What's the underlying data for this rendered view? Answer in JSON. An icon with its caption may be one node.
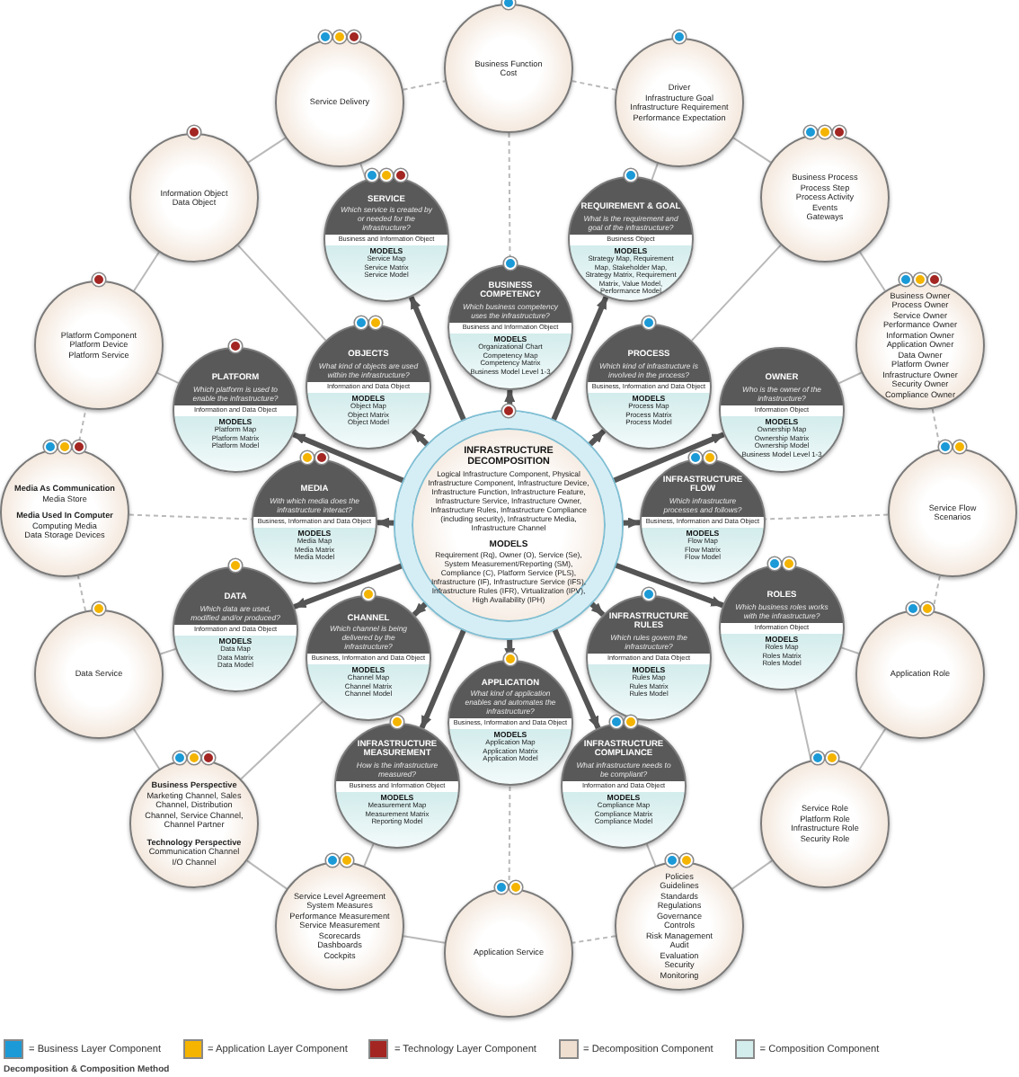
{
  "diagram": {
    "nodes": [
      {
        "text": [
          "INFRASTRUCTURE DECOMPOSITION",
          "Logical Infrastructure Component, Physical Infrastructure Component, Infrastructure Device, Infrastructure Function, Infrastructure Feature, Infrastructure Service, Infrastructure Owner, Infrastructure Rules, Infrastructure Compliance (including security), Infrastructure Media, Infrastructure Channel",
          "MODELS",
          "Requirement (Rq), Owner (O), Service (Se), System Measurement/Reporting (SM), Compliance (C), Platform Service (PLS), Infrastructure (IF), Infrastructure Service (IFS), Infrastructure Rules (IFR), Virtualization (IPV), High Availability (IPH)"
        ]
      },
      {
        "text": [
          "SERVICE",
          "Which service is created by or needed for the infrastructure?",
          "Business and Information Object",
          "MODELS",
          "Service Map",
          "Service Matrix",
          "Service Model"
        ]
      },
      {
        "text": [
          "REQUIREMENT & GOAL",
          "What is the requirement and goal of the infrastructure?",
          "Business Object",
          "MODELS",
          "Strategy Map, Requirement Map, Stakeholder Map, Strategy Matrix, Requirement Matrix, Value Model, Performance Model"
        ]
      },
      {
        "text": [
          "BUSINESS COMPETENCY",
          "Which business competency uses the infrastructure?",
          "Business and Information Object",
          "MODELS",
          "Organizational Chart",
          "Competency Map",
          "Competency Matrix",
          "Business Model Level 1-3"
        ]
      },
      {
        "text": [
          "OBJECTS",
          "What kind of objects are used within the infrastructure?",
          "Information and Data Object",
          "MODELS",
          "Object Map",
          "Object Matrix",
          "Object Model"
        ]
      },
      {
        "text": [
          "PROCESS",
          "Which kind of infrastructure is involved in the process?",
          "Business, Information and Data Object",
          "MODELS",
          "Process Map",
          "Process Matrix",
          "Process Model"
        ]
      },
      {
        "text": [
          "PLATFORM",
          "Which platform is used to enable the infrastructure?",
          "Information and Data Object",
          "MODELS",
          "Platform Map",
          "Platform Matrix",
          "Platform Model"
        ]
      },
      {
        "text": [
          "OWNER",
          "Who is the owner of the infrastructure?",
          "Information Object",
          "MODELS",
          "Ownership Map",
          "Ownership Matrix",
          "Ownership Model",
          "Business Model Level 1-3"
        ]
      },
      {
        "text": [
          "MEDIA",
          "With which media does the infrastructure interact?",
          "Business, Information and Data Object",
          "MODELS",
          "Media Map",
          "Media Matrix",
          "Media Model"
        ]
      },
      {
        "text": [
          "INFRASTRUCTURE FLOW",
          "Which infrastructure processes and follows?",
          "Business, Information and Data Object",
          "MODELS",
          "Flow Map",
          "Flow Matrix",
          "Flow Model"
        ]
      },
      {
        "text": [
          "DATA",
          "Which data are used, modified and/or produced?",
          "Information and Data Object",
          "MODELS",
          "Data Map",
          "Data Matrix",
          "Data Model"
        ]
      },
      {
        "text": [
          "CHANNEL",
          "Which channel is being delivered by the infrastructure?",
          "Business, Information and Data Object",
          "MODELS",
          "Channel Map",
          "Channel Matrix",
          "Channel Model"
        ]
      },
      {
        "text": [
          "ROLES",
          "Which business roles works with the infrastructure?",
          "Information Object",
          "MODELS",
          "Roles Map",
          "Roles Matrix",
          "Roles Model"
        ]
      },
      {
        "text": [
          "INFRASTRUCTURE RULES",
          "Which rules govern the infrastructure?",
          "Information and Data Object",
          "MODELS",
          "Rules Map",
          "Rules Matrix",
          "Rules Model"
        ]
      },
      {
        "text": [
          "APPLICATION",
          "What kind of application enables and automates the infrastructure?",
          "Business, Information and Data Object",
          "MODELS",
          "Application Map",
          "Application Matrix",
          "Application Model"
        ]
      },
      {
        "text": [
          "INFRASTRUCTURE MEASUREMENT",
          "How is the infrastructure measured?",
          "Business and Information Object",
          "MODELS",
          "Measurement Map",
          "Measurement Matrix",
          "Reporting Model"
        ]
      },
      {
        "text": [
          "INFRASTRUCTURE COMPLIANCE",
          "What infrastructure needs to be compliant?",
          "Information and Data Object",
          "MODELS",
          "Compliance Map",
          "Compliance Matrix",
          "Compliance Model"
        ]
      },
      {
        "text": [
          "Service Delivery"
        ]
      },
      {
        "text": [
          "Business Function",
          "Cost"
        ]
      },
      {
        "text": [
          "Driver",
          "Infrastructure Goal",
          "Infrastructure Requirement",
          "Performance Expectation"
        ]
      },
      {
        "text": [
          "Business Process",
          "Process Step",
          "Process Activity",
          "Events",
          "Gateways"
        ]
      },
      {
        "text": [
          "Business Owner",
          "Process Owner",
          "Service Owner",
          "Performance Owner",
          "Information Owner",
          "Application Owner",
          "Data Owner",
          "Platform Owner",
          "Infrastructure Owner",
          "Security Owner",
          "Compliance Owner"
        ]
      },
      {
        "text": [
          "Service Flow",
          "Scenarios"
        ]
      },
      {
        "text": [
          "Application Role"
        ]
      },
      {
        "text": [
          "Service Role",
          "Platform Role",
          "Infrastructure Role",
          "Security Role"
        ]
      },
      {
        "text": [
          "Policies",
          "Guidelines",
          "Standards",
          "Regulations",
          "Governance",
          "Controls",
          "Risk Management",
          "Audit",
          "Evaluation",
          "Security",
          "Monitoring"
        ]
      },
      {
        "text": [
          "Application Service"
        ]
      },
      {
        "text": [
          "Service Level Agreement",
          "System Measures",
          "Performance Measurement",
          "Service Measurement",
          "Scorecards",
          "Dashboards",
          "Cockpits"
        ]
      },
      {
        "text": [
          "Business Perspective",
          "Marketing Channel, Sales Channel, Distribution Channel, Service Channel, Channel Partner",
          "Technology Perspective",
          "Communication Channel",
          "I/O Channel"
        ]
      },
      {
        "text": [
          "Data Service"
        ]
      },
      {
        "text": [
          "Media As Communication",
          "Media Store",
          "Media Used In Computer",
          "Computing Media",
          "Data Storage Devices"
        ]
      },
      {
        "text": [
          "Platform Component",
          "Platform Device",
          "Platform Service"
        ]
      },
      {
        "text": [
          "Information Object",
          "Data Object"
        ]
      }
    ],
    "edges": [
      {
        "from": 0,
        "to": 1,
        "arrow": "to",
        "style": "thick",
        "color": "#555555"
      },
      {
        "from": 0,
        "to": 2,
        "arrow": "to",
        "style": "thick",
        "color": "#555555"
      },
      {
        "from": 0,
        "to": 3,
        "arrow": "to",
        "style": "thick",
        "color": "#555555"
      },
      {
        "from": 0,
        "to": 4,
        "arrow": "to",
        "style": "thick",
        "color": "#555555"
      },
      {
        "from": 0,
        "to": 5,
        "arrow": "to",
        "style": "thick",
        "color": "#555555"
      },
      {
        "from": 0,
        "to": 6,
        "arrow": "to",
        "style": "thick",
        "color": "#555555"
      },
      {
        "from": 0,
        "to": 7,
        "arrow": "to",
        "style": "thick",
        "color": "#555555"
      },
      {
        "from": 0,
        "to": 8,
        "arrow": "to",
        "style": "thick",
        "color": "#555555"
      },
      {
        "from": 0,
        "to": 9,
        "arrow": "to",
        "style": "thick",
        "color": "#555555"
      },
      {
        "from": 0,
        "to": 10,
        "arrow": "to",
        "style": "thick",
        "color": "#555555"
      },
      {
        "from": 0,
        "to": 11,
        "arrow": "to",
        "style": "thick",
        "color": "#555555"
      },
      {
        "from": 0,
        "to": 12,
        "arrow": "to",
        "style": "thick",
        "color": "#555555"
      },
      {
        "from": 0,
        "to": 13,
        "arrow": "to",
        "style": "thick",
        "color": "#555555"
      },
      {
        "from": 0,
        "to": 14,
        "arrow": "to",
        "style": "thick",
        "color": "#555555"
      },
      {
        "from": 0,
        "to": 15,
        "arrow": "to",
        "style": "thick",
        "color": "#555555"
      },
      {
        "from": 0,
        "to": 16,
        "arrow": "to",
        "style": "thick",
        "color": "#555555"
      },
      {
        "from": 17,
        "to": 18,
        "arrow": "none",
        "style": "dashed"
      },
      {
        "from": 18,
        "to": 19,
        "arrow": "none",
        "style": "dashed"
      },
      {
        "from": 19,
        "to": 20,
        "arrow": "none"
      },
      {
        "from": 20,
        "to": 21,
        "arrow": "none"
      },
      {
        "from": 21,
        "to": 22,
        "arrow": "none",
        "style": "dashed"
      },
      {
        "from": 22,
        "to": 23,
        "arrow": "none",
        "style": "dashed"
      },
      {
        "from": 23,
        "to": 24,
        "arrow": "none"
      },
      {
        "from": 24,
        "to": 25,
        "arrow": "none"
      },
      {
        "from": 25,
        "to": 26,
        "arrow": "none",
        "style": "dashed"
      },
      {
        "from": 26,
        "to": 27,
        "arrow": "none"
      },
      {
        "from": 27,
        "to": 28,
        "arrow": "none"
      },
      {
        "from": 28,
        "to": 29,
        "arrow": "none"
      },
      {
        "from": 29,
        "to": 30,
        "arrow": "none",
        "style": "dashed"
      },
      {
        "from": 30,
        "to": 31,
        "arrow": "none",
        "style": "dashed"
      },
      {
        "from": 31,
        "to": 32,
        "arrow": "none"
      },
      {
        "from": 32,
        "to": 17,
        "arrow": "none"
      },
      {
        "from": 17,
        "to": 1,
        "arrow": "none"
      },
      {
        "from": 18,
        "to": 3,
        "arrow": "none",
        "style": "dashed"
      },
      {
        "from": 19,
        "to": 2,
        "arrow": "none"
      },
      {
        "from": 20,
        "to": 5,
        "arrow": "none"
      },
      {
        "from": 21,
        "to": 7,
        "arrow": "none"
      },
      {
        "from": 22,
        "to": 9,
        "arrow": "none",
        "style": "dashed"
      },
      {
        "from": 23,
        "to": 12,
        "arrow": "none"
      },
      {
        "from": 24,
        "to": 12,
        "arrow": "none"
      },
      {
        "from": 25,
        "to": 16,
        "arrow": "none"
      },
      {
        "from": 26,
        "to": 14,
        "arrow": "none",
        "style": "dashed"
      },
      {
        "from": 27,
        "to": 15,
        "arrow": "none"
      },
      {
        "from": 28,
        "to": 11,
        "arrow": "none"
      },
      {
        "from": 29,
        "to": 10,
        "arrow": "none"
      },
      {
        "from": 30,
        "to": 8,
        "arrow": "none",
        "style": "dashed"
      },
      {
        "from": 31,
        "to": 6,
        "arrow": "none"
      },
      {
        "from": 32,
        "to": 4,
        "arrow": "none"
      }
    ],
    "labels": [
      "Decomposition & Composition Method"
    ],
    "legend": [
      {
        "text": "= Business Layer Component",
        "color": "#1b9ad7"
      },
      {
        "text": "= Application Layer Component",
        "color": "#f4b400"
      },
      {
        "text": "= Technology Layer Component",
        "color": "#a32622"
      },
      {
        "text": "= Decomposition Component",
        "color": "#efdfd0"
      },
      {
        "text": "= Composition Component",
        "color": "#d3ecec"
      }
    ]
  }
}
